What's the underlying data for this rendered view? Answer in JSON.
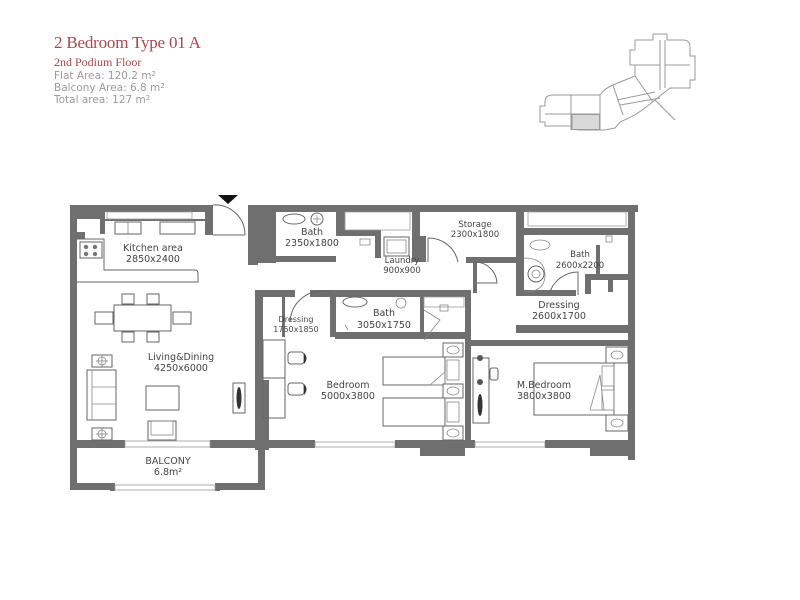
{
  "header": {
    "title": "2 Bedroom Type 01 A",
    "subtitle": "2nd Podium Floor",
    "flat_area_label": "Flat Area: 120.2 m",
    "balcony_area_label": "Balcony Area: 6.8 m",
    "total_area_label": "Total area: 127 m",
    "unit_superscript": "2"
  },
  "colors": {
    "title": "#a8484c",
    "wall": "#6f6f6f",
    "text_grey": "#9a9a9a",
    "keyplan_highlight": "#d9d9d9"
  },
  "rooms": {
    "kitchen": {
      "name": "Kitchen area",
      "size": "2850x2400"
    },
    "living": {
      "name": "Living&Dining",
      "size": "4250x6000"
    },
    "balcony": {
      "name": "BALCONY",
      "size": "6.8m²"
    },
    "bath1": {
      "name": "Bath",
      "size": "2350x1800"
    },
    "laundry": {
      "name": "Laundry",
      "size": "900x900"
    },
    "storage": {
      "name": "Storage",
      "size": "2300x1800"
    },
    "bath_master": {
      "name": "Bath",
      "size": "2600x2200"
    },
    "dressing_master": {
      "name": "Dressing",
      "size": "2600x1700"
    },
    "dressing2": {
      "name": "Dressing",
      "size": "1750x1850"
    },
    "bath2": {
      "name": "Bath",
      "size": "3050x1750"
    },
    "bedroom": {
      "name": "Bedroom",
      "size": "5000x3800"
    },
    "master_bedroom": {
      "name": "M.Bedroom",
      "size": "3800x3800"
    }
  },
  "icons": {
    "entrance": "entrance-arrow-icon",
    "keyplan": "building-keyplan-icon"
  }
}
